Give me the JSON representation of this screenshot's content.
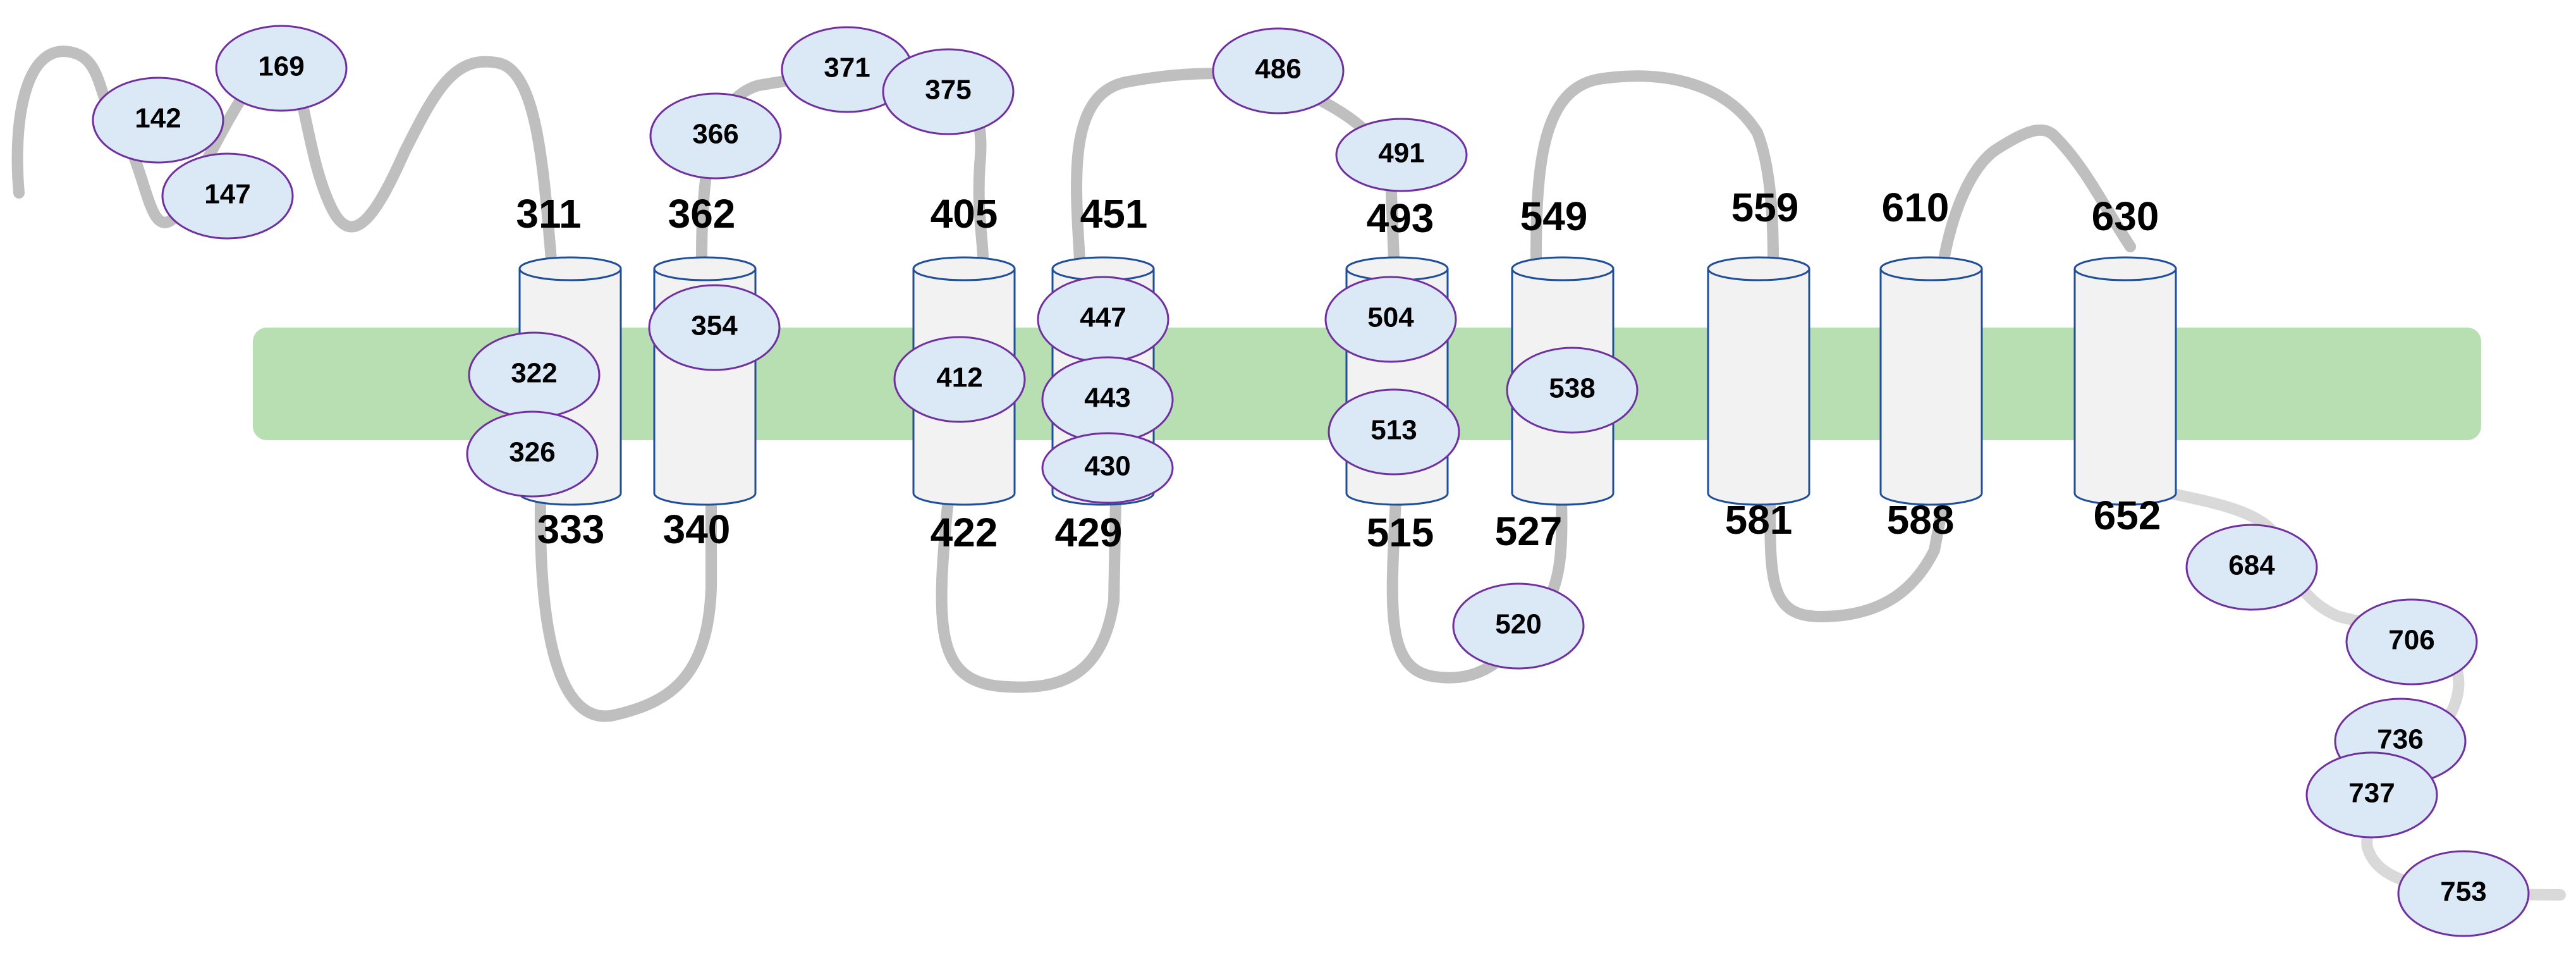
{
  "helix_boundaries": {
    "h1_top": "311",
    "h1_bottom": "333",
    "h2_top": "362",
    "h2_bottom": "340",
    "h3_top": "405",
    "h3_bottom": "422",
    "h4_top": "451",
    "h4_bottom": "429",
    "h5_top": "493",
    "h5_bottom": "515",
    "h6_top": "549",
    "h6_bottom": "527",
    "h7_top": "559",
    "h7_bottom": "581",
    "h8_top": "610",
    "h8_bottom": "588",
    "h9_top": "630",
    "h9_bottom": "652"
  },
  "sites": {
    "s142": "142",
    "s147": "147",
    "s169": "169",
    "s322": "322",
    "s326": "326",
    "s354": "354",
    "s366": "366",
    "s371": "371",
    "s375": "375",
    "s412": "412",
    "s430": "430",
    "s443": "443",
    "s447": "447",
    "s486": "486",
    "s491": "491",
    "s504": "504",
    "s513": "513",
    "s520": "520",
    "s538": "538",
    "s684": "684",
    "s706": "706",
    "s736": "736",
    "s737": "737",
    "s753": "753"
  },
  "colors": {
    "membrane": "#b7dfb2",
    "chain": "#bfbfbf",
    "helix_fill": "#f2f2f2",
    "helix_stroke": "#1f4e9a",
    "site_fill": "#dbe8f5",
    "site_stroke": "#7030a0"
  }
}
